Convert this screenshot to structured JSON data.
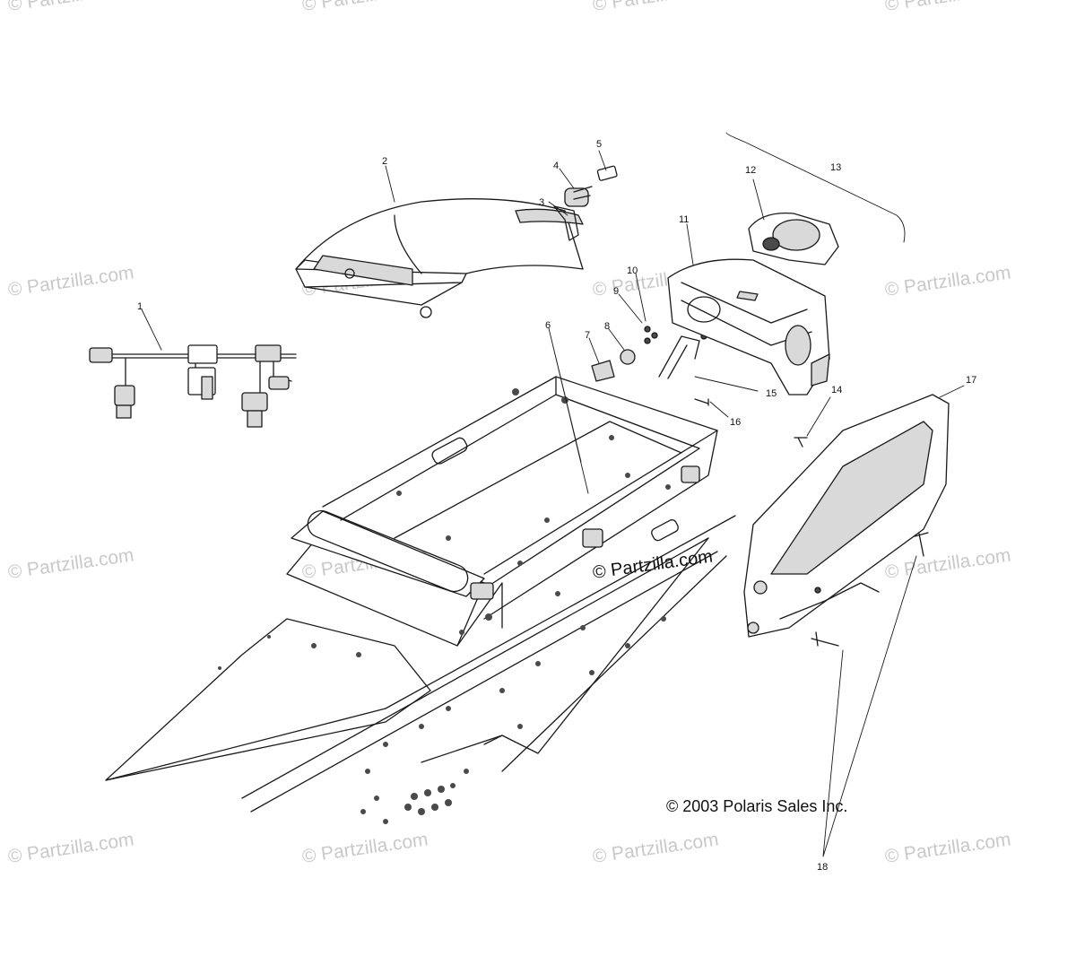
{
  "watermark": "© Partzilla.com",
  "copyright": "© 2003 Polaris Sales Inc.",
  "callouts": {
    "c1": "1",
    "c2": "2",
    "c3": "3",
    "c4": "4",
    "c5": "5",
    "c6": "6",
    "c7": "7",
    "c8": "8",
    "c9": "9",
    "c10": "10",
    "c11": "11",
    "c12": "12",
    "c13": "13",
    "c14": "14",
    "c15": "15",
    "c16": "16",
    "c17": "17",
    "c18": "18"
  }
}
